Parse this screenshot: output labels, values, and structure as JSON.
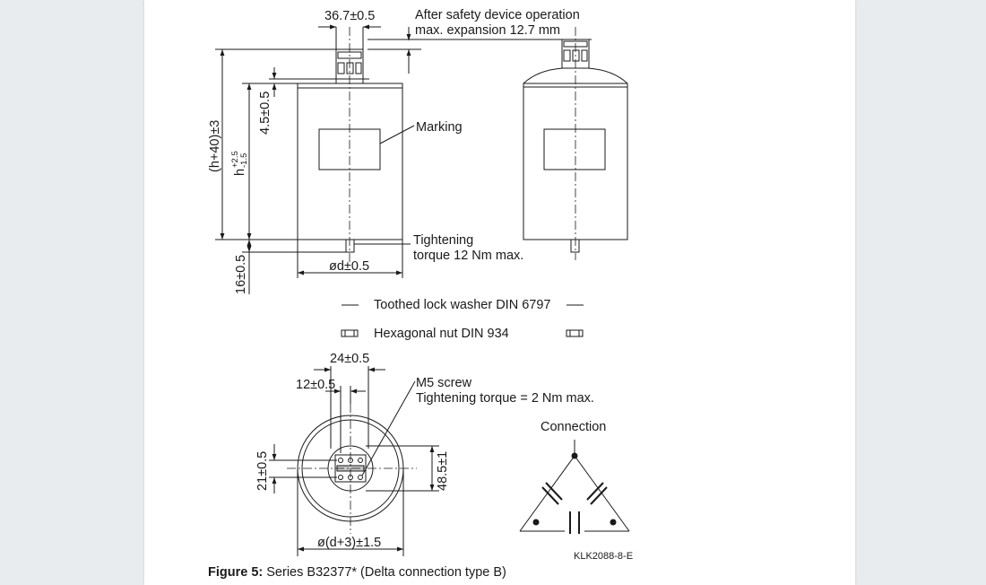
{
  "labels": {
    "top_width": "36.7±0.5",
    "safety_note_1": "After safety device operation",
    "safety_note_2": "max. expansion 12.7 mm",
    "total_height": "(h+40)±3",
    "height_base": "h",
    "height_tol_plus": "+2.5",
    "height_tol_minus": "-1.5",
    "terminal_height": "4.5±0.5",
    "marking": "Marking",
    "tightening_1": "Tightening",
    "tightening_2": "torque 12 Nm max.",
    "bolt_length": "16±0.5",
    "diameter": "ød±0.5",
    "washer": "Toothed lock washer DIN 6797",
    "nut": "Hexagonal nut DIN 934",
    "width_24": "24±0.5",
    "width_12": "12±0.5",
    "m5_screw": "M5 screw",
    "m5_torque": "Tightening torque = 2 Nm max.",
    "dim_21": "21±0.5",
    "dim_48": "48.5±1",
    "outer_diameter": "ø(d+3)±1.5",
    "connection": "Connection",
    "drawing_id": "KLK2088-8-E"
  },
  "caption": {
    "prefix": "Figure 5:",
    "text": " Series B32377* (Delta connection type B)"
  },
  "colors": {
    "line": "#1a1a1a",
    "page": "#ffffff",
    "background": "#eceef1"
  }
}
